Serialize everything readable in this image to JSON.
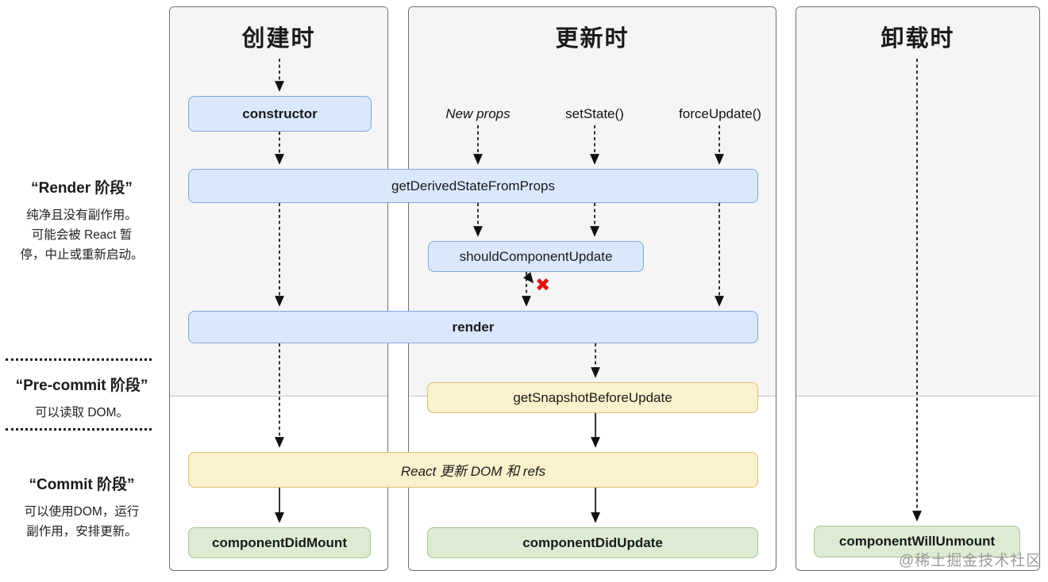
{
  "sidebar": {
    "render_phase": {
      "title": "“Render 阶段”",
      "lines": [
        "纯净且没有副作用。",
        "可能会被 React 暂",
        "停，中止或重新启动。"
      ]
    },
    "pre_commit_phase": {
      "title": "“Pre-commit 阶段”",
      "lines": [
        "可以读取 DOM。"
      ]
    },
    "commit_phase": {
      "title": "“Commit 阶段”",
      "lines": [
        "可以使用DOM，运行",
        "副作用，安排更新。"
      ]
    }
  },
  "columns": {
    "mounting": {
      "title": "创建时"
    },
    "updating": {
      "title": "更新时",
      "triggers": [
        "New props",
        "setState()",
        "forceUpdate()"
      ]
    },
    "unmounting": {
      "title": "卸载时"
    }
  },
  "nodes": {
    "constructor": "constructor",
    "get_derived_state_from_props": "getDerivedStateFromProps",
    "should_component_update": "shouldComponentUpdate",
    "render": "render",
    "get_snapshot_before_update": "getSnapshotBeforeUpdate",
    "react_updates_dom": "React 更新 DOM 和 refs",
    "component_did_mount": "componentDidMount",
    "component_did_update": "componentDidUpdate",
    "component_will_unmount": "componentWillUnmount"
  },
  "icons": {
    "cancelled_update": "✖"
  },
  "watermark": "@稀土掘金技术社区",
  "colors": {
    "box_blue_fill": "#d9e8fc",
    "box_blue_border": "#7fa8dc",
    "box_yellow_fill": "#fcf1cd",
    "box_yellow_border": "#d9bd72",
    "box_green_fill": "#dcebd2",
    "box_green_border": "#a5c494",
    "phase_band_gray": "#f5f5f6",
    "cancel_red": "#dd1414"
  }
}
